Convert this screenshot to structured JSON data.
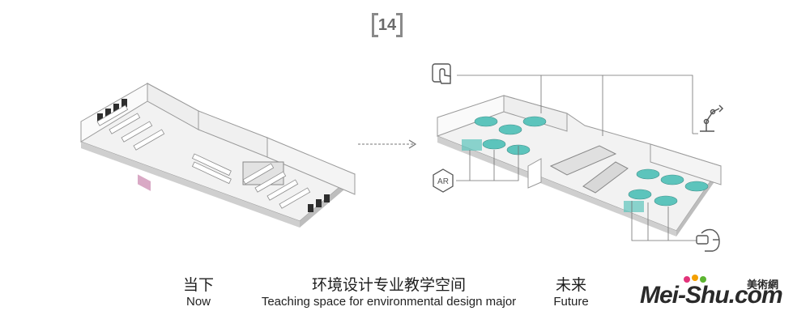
{
  "figure": {
    "number": "14"
  },
  "panels": {
    "now": {
      "label_zh": "当下",
      "label_en": "Now"
    },
    "future": {
      "label_zh": "未来",
      "label_en": "Future"
    }
  },
  "title": {
    "zh": "环境设计专业教学空间",
    "en": "Teaching space for environmental design major"
  },
  "icons": [
    {
      "name": "touch-screen-icon"
    },
    {
      "name": "ar-icon",
      "label": "AR"
    },
    {
      "name": "robot-arm-icon"
    },
    {
      "name": "vr-headset-icon"
    }
  ],
  "watermark": {
    "brand": "Mei-Shu.com",
    "brand_zh": "美術網"
  },
  "colors": {
    "accent_teal": "#5cc4bc",
    "accent_pink": "#d9a9c5",
    "line": "#6f6f6f",
    "floor": "#e7e7e7"
  }
}
